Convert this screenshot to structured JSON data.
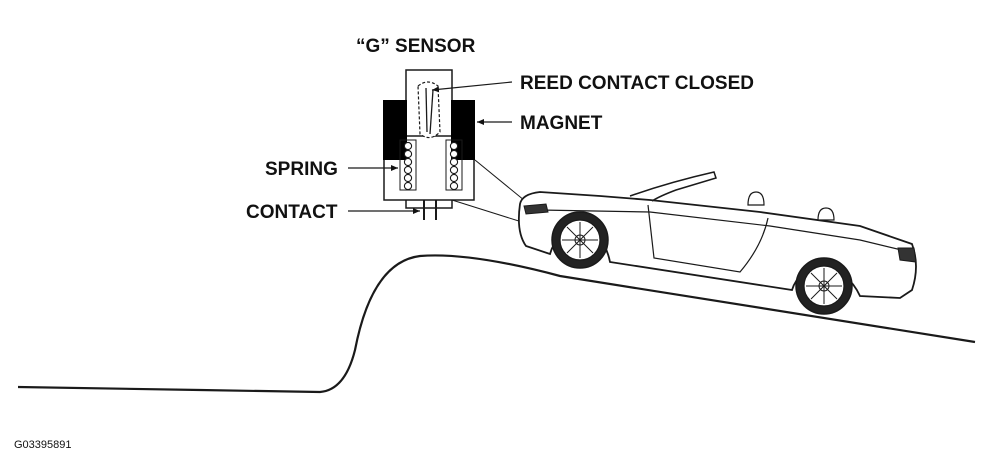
{
  "labels": {
    "title": "“G” SENSOR",
    "reed_contact": "REED CONTACT CLOSED",
    "magnet": "MAGNET",
    "spring": "SPRING",
    "contact": "CONTACT"
  },
  "figure_id": "G03395891",
  "colors": {
    "ink": "#111111",
    "magnet": "#000000",
    "background": "#ffffff"
  },
  "icons": {
    "vehicle": "convertible-car-icon",
    "sensor": "g-sensor-icon"
  }
}
